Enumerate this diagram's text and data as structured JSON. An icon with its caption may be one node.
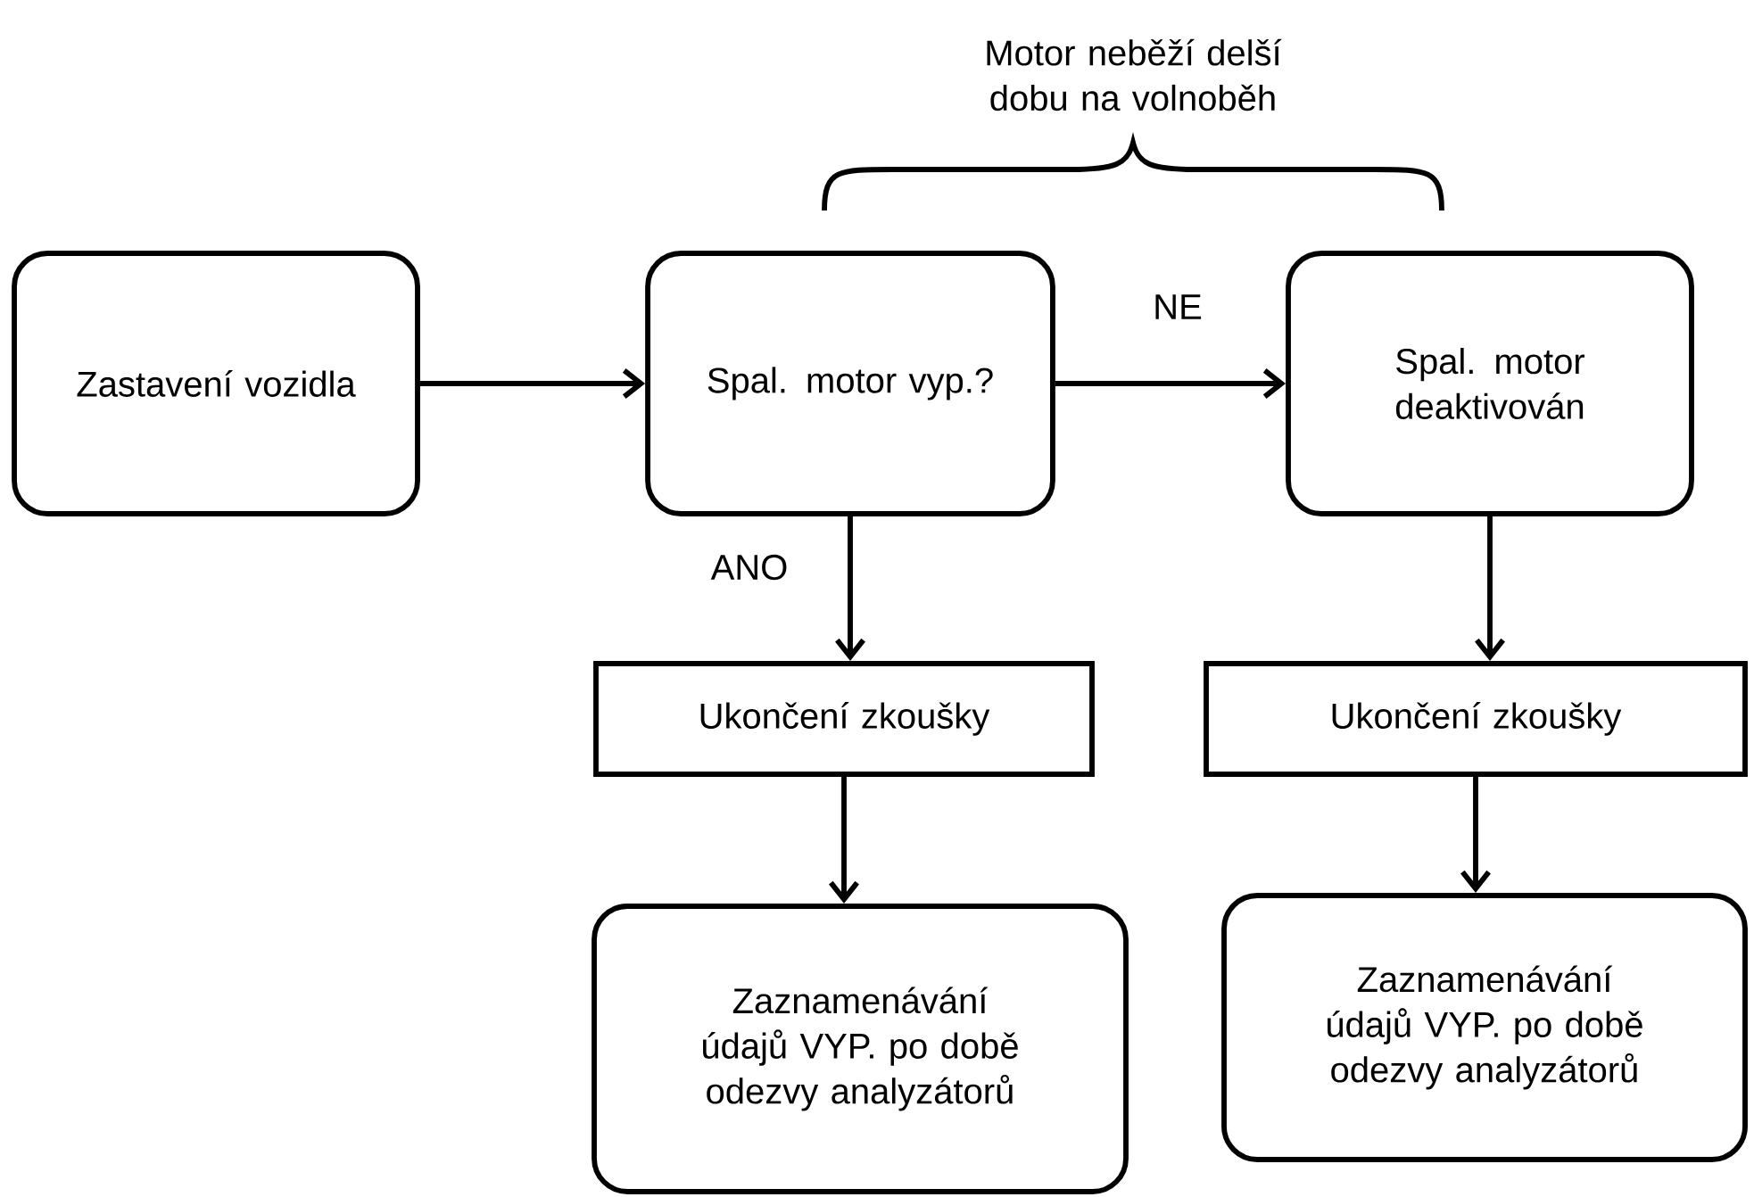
{
  "diagram": {
    "nodes": [
      {
        "text": [
          "Zastavení vozidla"
        ]
      },
      {
        "text": [
          "Spal. motor vyp.?"
        ]
      },
      {
        "text": [
          "Spal. motor deaktivován"
        ]
      },
      {
        "text": [
          "Ukončení zkoušky"
        ]
      },
      {
        "text": [
          "Ukončení zkoušky"
        ]
      },
      {
        "text": [
          "Zaznamenávání údajů VYP. po době odezvy analyzátorů"
        ]
      },
      {
        "text": [
          "Zaznamenávání údajů VYP. po době odezvy analyzátorů"
        ]
      }
    ],
    "edges": [
      {
        "from": 0,
        "to": 1,
        "arrow": "to"
      },
      {
        "from": 1,
        "to": 2,
        "arrow": "to",
        "label": "NE"
      },
      {
        "from": 1,
        "to": 3,
        "arrow": "to",
        "label": "ANO"
      },
      {
        "from": 2,
        "to": 4,
        "arrow": "to"
      },
      {
        "from": 3,
        "to": 5,
        "arrow": "to"
      },
      {
        "from": 4,
        "to": 6,
        "arrow": "to"
      }
    ],
    "labels": [
      "Motor neběží delší dobu na volnoběh"
    ]
  }
}
